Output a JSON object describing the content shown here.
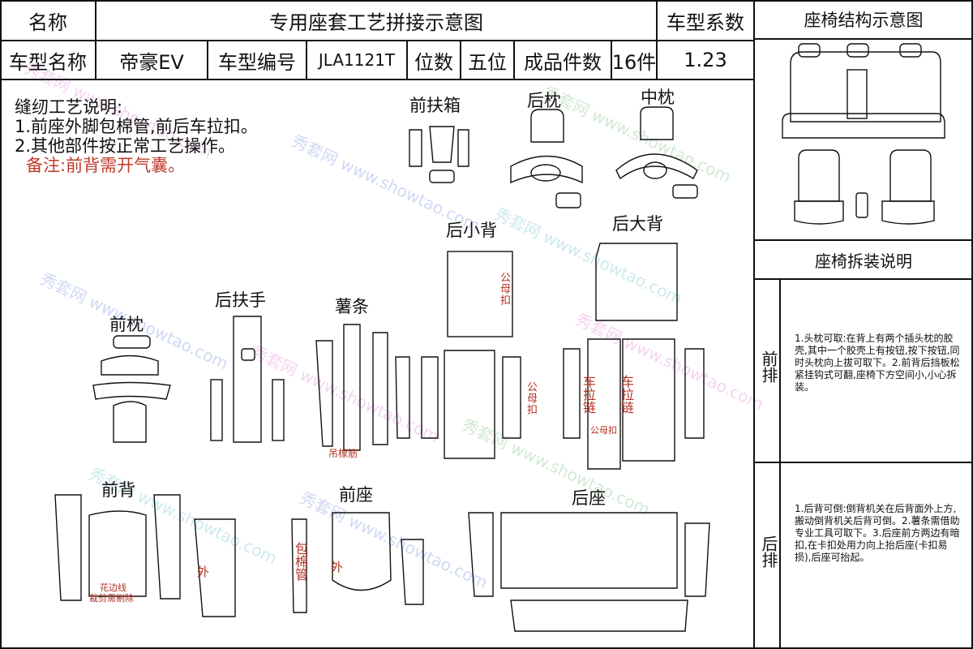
{
  "header": {
    "name_label": "名称",
    "title": "专用座套工艺拼接示意图",
    "coef_label": "车型系数",
    "structure_title": "座椅结构示意图",
    "model_name_label": "车型名称",
    "model_name": "帝豪EV",
    "model_code_label": "车型编号",
    "model_code": "JLA1121T",
    "seats_label": "位数",
    "seats": "五位",
    "pieces_label": "成品件数",
    "pieces": "16件",
    "coef": "1.23"
  },
  "instructions": {
    "title": "缝纫工艺说明:",
    "line1": "1.前座外脚包棉管,前后车拉扣。",
    "line2": "2.其他部件按正常工艺操作。",
    "remark": "备注:前背需开气囊。"
  },
  "parts": {
    "front_armbox": "前扶箱",
    "rear_headrest": "后枕",
    "middle_headrest": "中枕",
    "rear_small_back": "后小背",
    "rear_big_back": "后大背",
    "front_headrest": "前枕",
    "rear_armrest": "后扶手",
    "strip": "薯条",
    "front_back": "前背",
    "front_seat": "前座",
    "rear_seat": "后座"
  },
  "annotations": {
    "male_female_clip": "公母扣",
    "car_zipper": "车拉链",
    "male_female": "公母扣",
    "hanging_rib": "吊橡筋",
    "outer": "外",
    "wrap_cotton_tube": "包棉管",
    "edge_line": "花边线",
    "cut_remove": "裁剪需剔除"
  },
  "disassembly": {
    "title": "座椅拆装说明",
    "front_row_label": "前排",
    "front_row_text": "1.头枕可取:在背上有两个插头枕的胶壳,其中一个胶壳上有按钮,按下按钮,同时头枕向上拔可取下。2.前背后挡板松紧挂钩式可翻,座椅下方空间小,小心拆装。",
    "rear_row_label": "后排",
    "rear_row_text": "1.后背可倒:倒背机关在后背面外上方,搬动倒背机关后背可倒。2.薯条需借助专业工具可取下。3.后座前方两边有暗扣,在卡扣处用力向上抬后座(卡扣易损),后座可抬起。"
  },
  "watermark": {
    "brand": "秀套网",
    "site": "www.showtao.com"
  }
}
